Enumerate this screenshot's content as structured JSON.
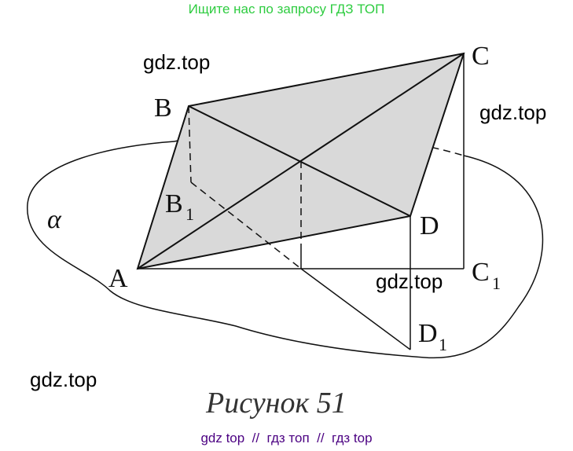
{
  "header": {
    "text": "Ищите нас по запросу ГДЗ ТОП"
  },
  "watermarks": [
    "gdz.top",
    "gdz.top",
    "gdz.top",
    "gdz.top"
  ],
  "footer": {
    "text": "gdz top  //  гдз топ  //  гдз top"
  },
  "figure": {
    "caption": "Рисунок 51",
    "plane_label": "α",
    "points": {
      "A": "A",
      "B": "B",
      "C": "C",
      "D": "D",
      "B1": "B",
      "C1": "C",
      "D1": "D",
      "sub": "1"
    },
    "fill_color": "#d9d9d9"
  }
}
